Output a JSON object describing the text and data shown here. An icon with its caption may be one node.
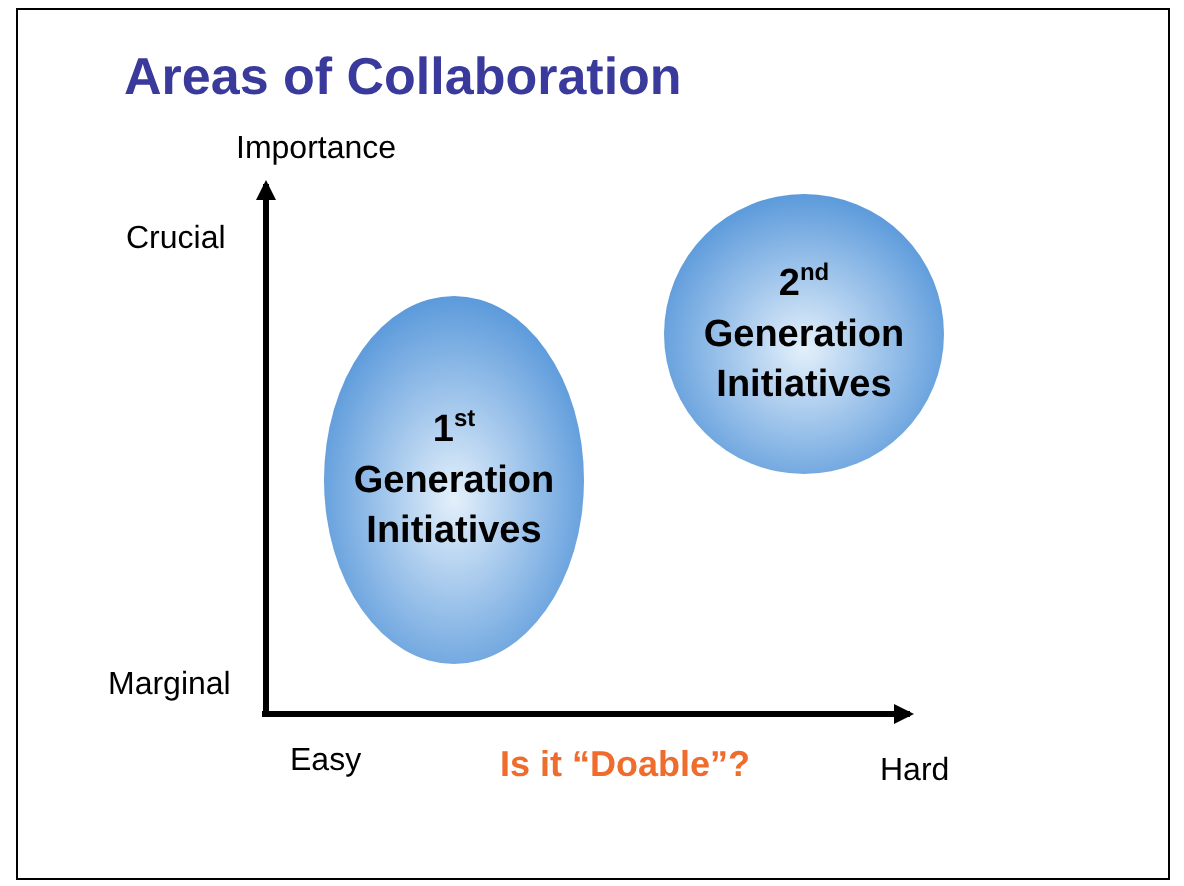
{
  "diagram": {
    "title": "Areas of Collaboration",
    "nodes": [
      {
        "text": [
          "1$^{st}$ Generation Initiatives"
        ]
      },
      {
        "text": [
          "2$^{nd}$ Generation Initiatives"
        ]
      }
    ],
    "labels": [
      "Importance",
      "Crucial",
      "Marginal",
      "Easy",
      "Is it “Doable”?",
      "Hard"
    ]
  }
}
